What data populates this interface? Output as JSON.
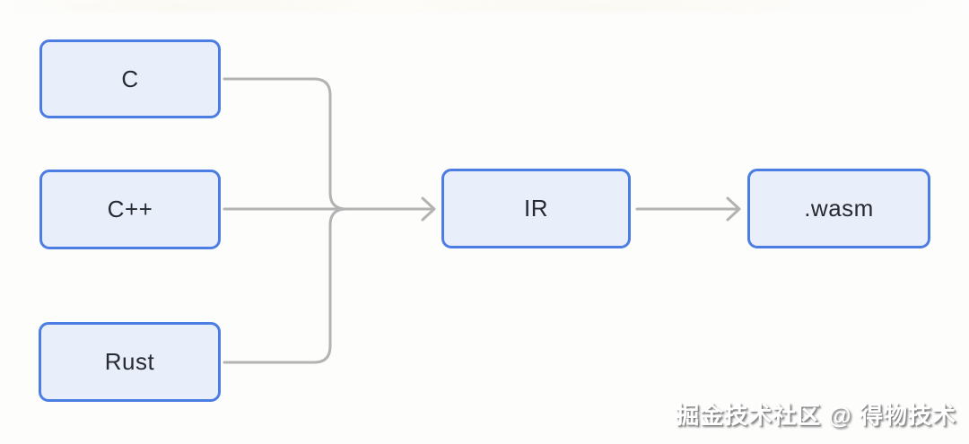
{
  "diagram": {
    "nodes": [
      {
        "id": "c",
        "label": "C"
      },
      {
        "id": "cpp",
        "label": "C++"
      },
      {
        "id": "rust",
        "label": "Rust"
      },
      {
        "id": "ir",
        "label": "IR"
      },
      {
        "id": "wasm",
        "label": ".wasm"
      }
    ],
    "edges": [
      {
        "from": "C",
        "to": "IR"
      },
      {
        "from": "C++",
        "to": "IR"
      },
      {
        "from": "Rust",
        "to": "IR"
      },
      {
        "from": "IR",
        "to": ".wasm"
      }
    ]
  },
  "watermark": {
    "text": "掘金技术社区 @ 得物技术"
  },
  "colors": {
    "node_border": "#4b7de2",
    "node_fill": "#e9eefb",
    "arrow": "#b3b3b3",
    "label_text": "#282a31",
    "background": "#fdfdfc",
    "watermark_fill": "#ffffff",
    "watermark_shadow": "#696969"
  }
}
